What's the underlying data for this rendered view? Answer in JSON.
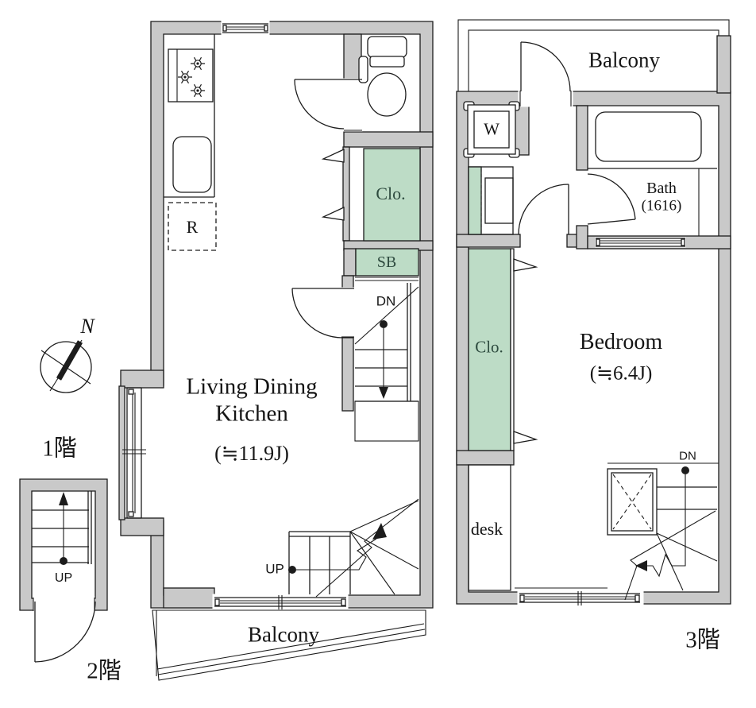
{
  "colors": {
    "background": "#ffffff",
    "wall_gray": "#c9c9c9",
    "line_black": "#1c1c1c",
    "closet_green": "#bddcc6",
    "closet_text_green": "#2e4b3f"
  },
  "compass": {
    "north_label": "N"
  },
  "floor1": {
    "floor_label": "1階",
    "up_label": "UP"
  },
  "floor2": {
    "floor_label": "2階",
    "room_line1": "Living Dining",
    "room_line2": "Kitchen",
    "room_size": "(≒11.9J)",
    "closet_label": "Clo.",
    "shoebox_label": "SB",
    "refrigerator_label": "R",
    "down_label": "DN",
    "up_label": "UP",
    "balcony_label": "Balcony"
  },
  "floor3": {
    "floor_label": "3階",
    "room_name": "Bedroom",
    "room_size": "(≒6.4J)",
    "closet_label": "Clo.",
    "washer_label": "W",
    "bath_line1": "Bath",
    "bath_line2": "(1616)",
    "desk_label": "desk",
    "down_label": "DN",
    "balcony_label": "Balcony"
  }
}
